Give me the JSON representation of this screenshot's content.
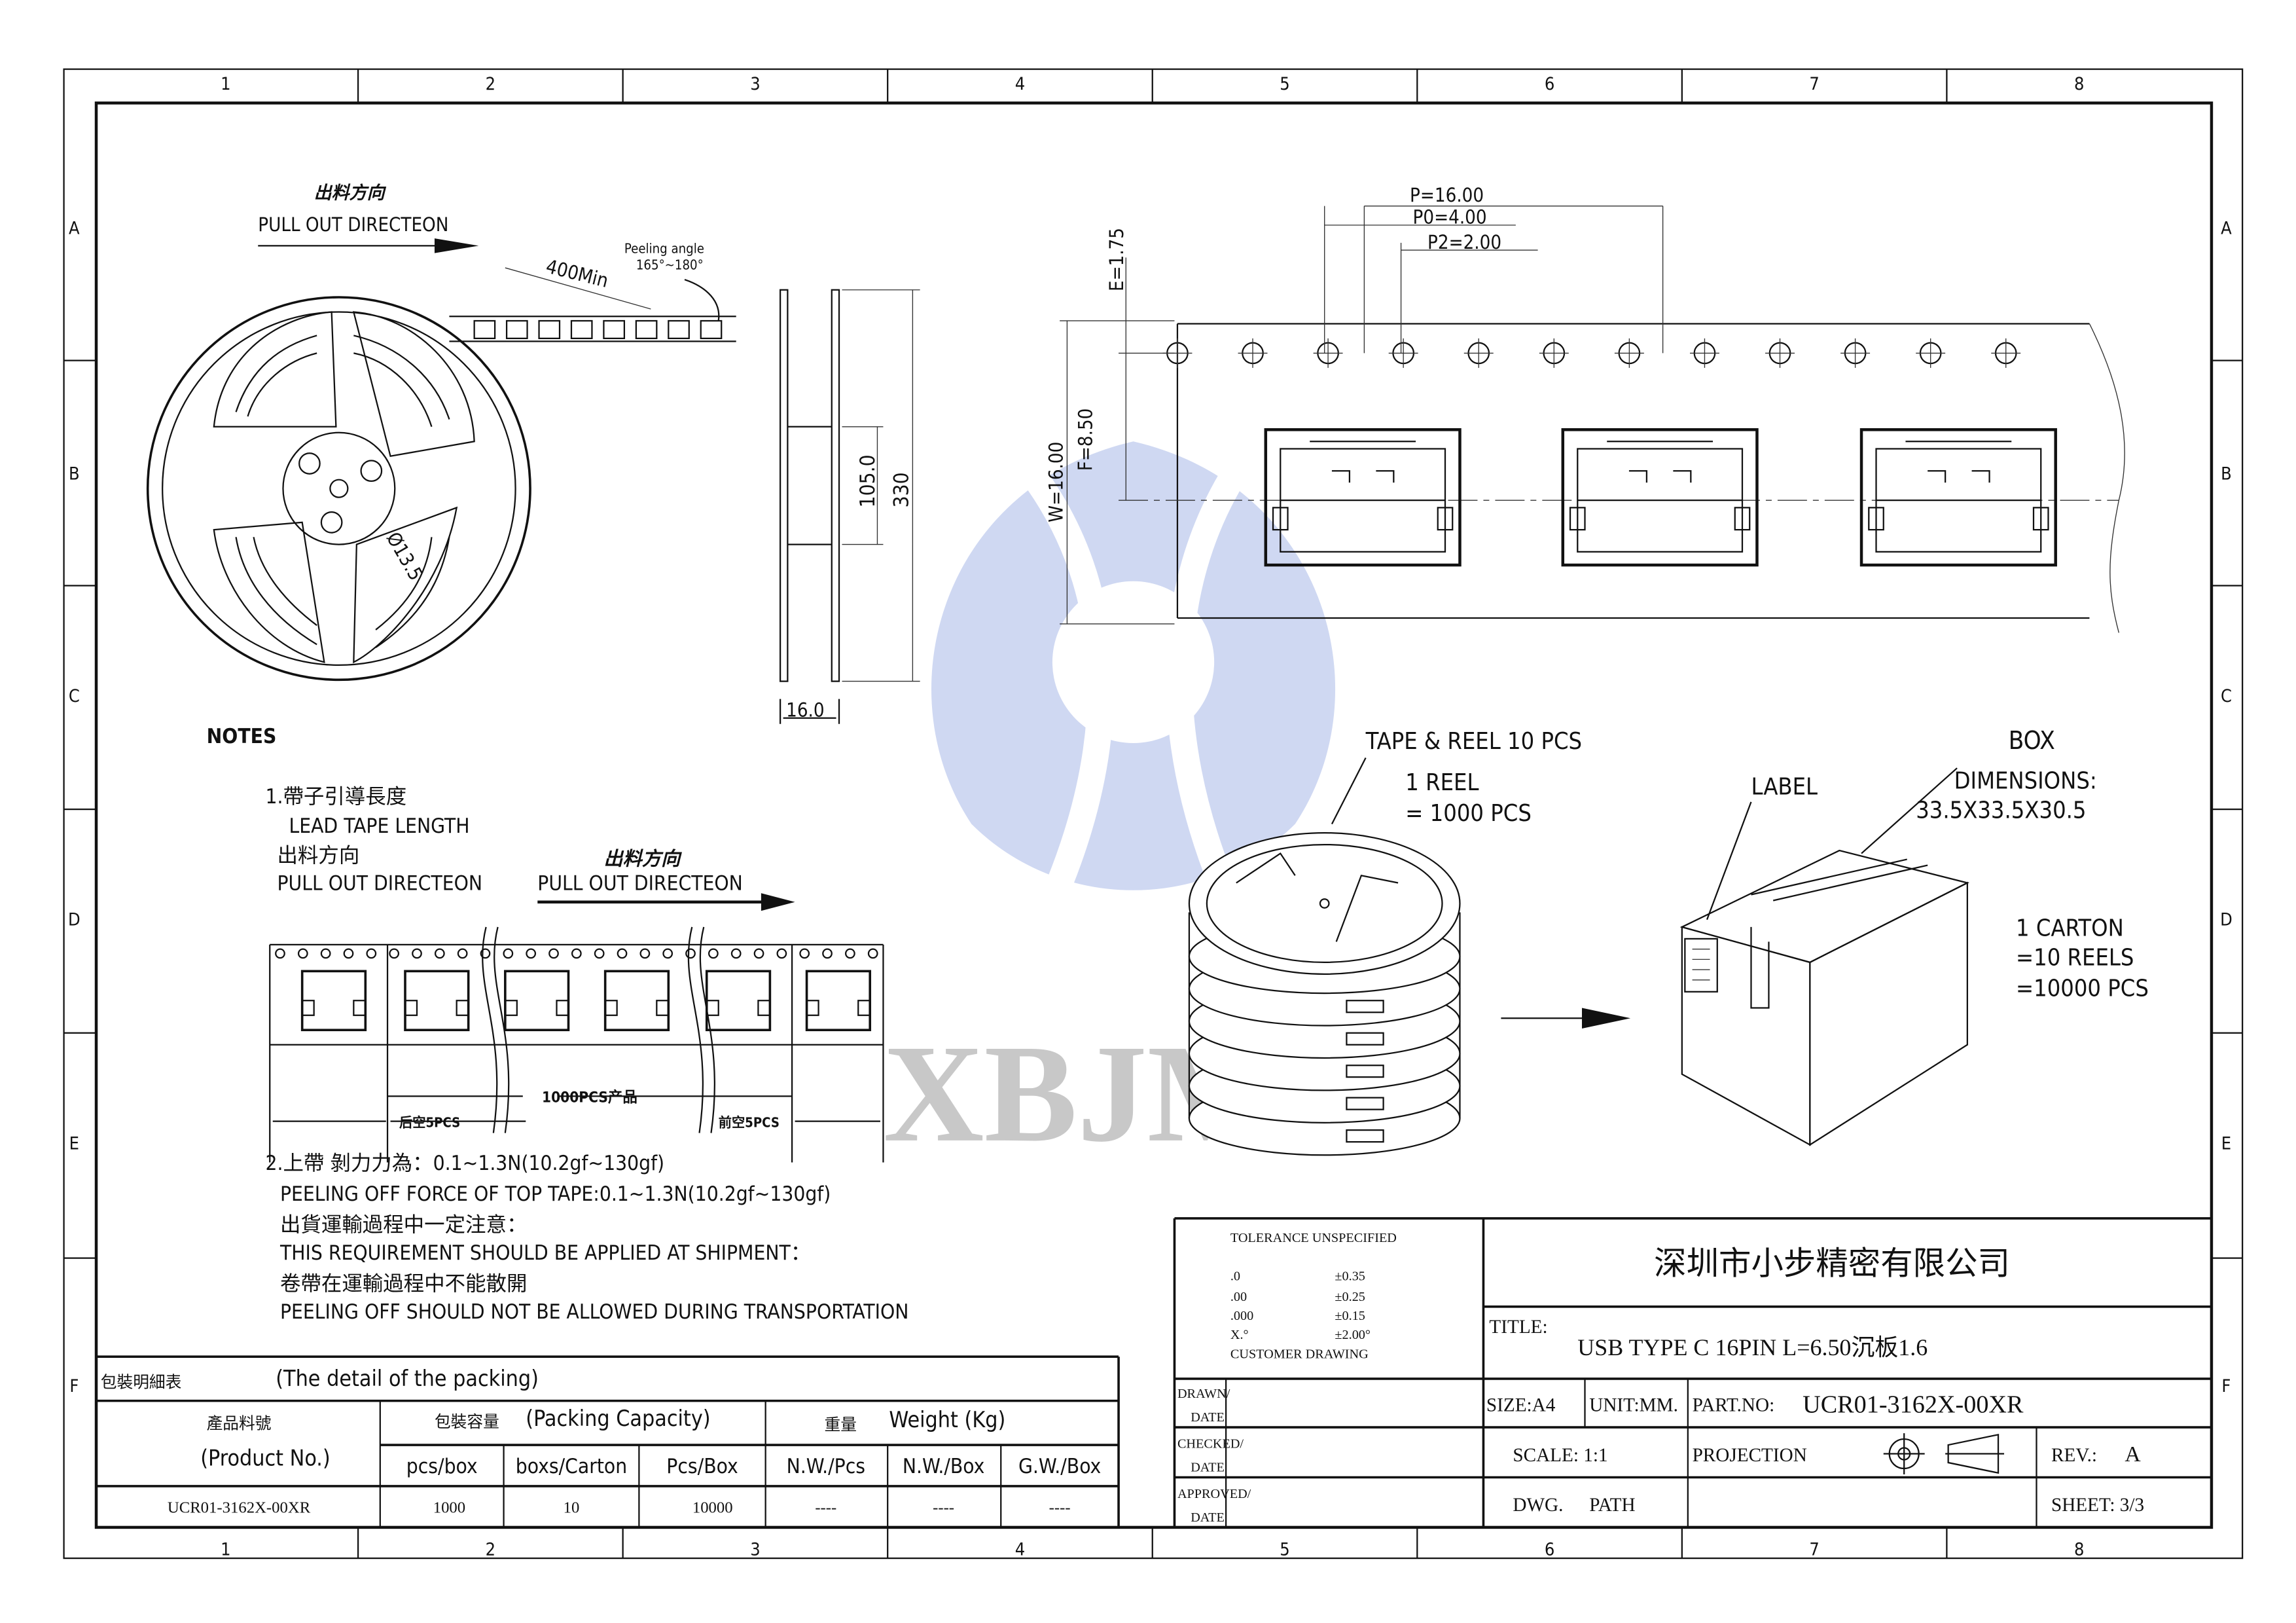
{
  "frame": {
    "columns": [
      "1",
      "2",
      "3",
      "4",
      "5",
      "6",
      "7",
      "8"
    ],
    "rows": [
      "A",
      "B",
      "C",
      "D",
      "E",
      "F"
    ]
  },
  "reel_view": {
    "pull_cn": "出料方向",
    "pull_en": "PULL OUT DIRECTEON",
    "lead_min": "400Min",
    "peel_label": "Peeling angle",
    "peel_range": "165°~180°",
    "hub_dia": "Ø13.5"
  },
  "side_view": {
    "dim_inner": "105.0",
    "dim_outer": "330",
    "dim_width": "16.0"
  },
  "tape_detail": {
    "p": "P=16.00",
    "p0": "P0=4.00",
    "p2": "P2=2.00",
    "e": "E=1.75",
    "f": "F=8.50",
    "w": "W=16.00"
  },
  "notes": {
    "title": "NOTES",
    "n1_cn": "1.帶子引導長度",
    "n1_en": "LEAD TAPE LENGTH",
    "n1_dir_cn": "出料方向",
    "n1_dir_en": "PULL OUT DIRECTEON",
    "strip_dir_cn": "出料方向",
    "strip_dir_en": "PULL OUT DIRECTEON",
    "qty": "1000PCS产品",
    "rear_empty": "后空5PCS",
    "front_empty": "前空5PCS",
    "n2_cn": "2.上帶 剝力力為：0.1~1.3N(10.2gf~130gf)",
    "n2_en": "PEELING OFF FORCE OF TOP TAPE:0.1~1.3N(10.2gf~130gf)",
    "n3_cn": "出貨運輸過程中一定注意：",
    "n3_en": "THIS REQUIREMENT SHOULD BE APPLIED AT SHIPMENT：",
    "n4_cn": "卷帶在運輸過程中不能散開",
    "n4_en": "PEELING OFF SHOULD NOT BE ALLOWED DURING TRANSPORTATION"
  },
  "packaging": {
    "reel_label": "TAPE & REEL 10 PCS",
    "reel_qty1": "1 REEL",
    "reel_qty2": "= 1000 PCS",
    "box": "BOX",
    "dims_label": "DIMENSIONS:",
    "dims": "33.5X33.5X30.5",
    "label": "LABEL",
    "carton1": "1 CARTON",
    "carton2": "=10 REELS",
    "carton3": "=10000 PCS"
  },
  "watermark": "XBJM",
  "packing_table": {
    "title_cn": "包裝明細表",
    "title_en": "(The detail of the packing)",
    "product_cn": "產品料號",
    "product_en": "(Product No.)",
    "capacity_cn": "包裝容量",
    "capacity_en": "(Packing Capacity)",
    "weight_cn": "重量",
    "weight_en": "Weight (Kg)",
    "columns": [
      "pcs/box",
      "boxs/Carton",
      "Pcs/Box",
      "N.W./Pcs",
      "N.W./Box",
      "G.W./Box"
    ],
    "row": {
      "product": "UCR01-3162X-00XR",
      "values": [
        "1000",
        "10",
        "10000",
        "----",
        "----",
        "----"
      ]
    }
  },
  "title_block": {
    "tolerance": "TOLERANCE UNSPECIFIED",
    "tol_rows": [
      [
        ".0",
        "±0.35"
      ],
      [
        ".00",
        "±0.25"
      ],
      [
        ".000",
        "±0.15"
      ],
      [
        "X.°",
        "±2.00°"
      ]
    ],
    "customer": "CUSTOMER DRAWING",
    "company": "深圳市小步精密有限公司",
    "title_label": "TITLE:",
    "title": "USB TYPE C 16PIN L=6.50沉板1.6",
    "drawn": "DRAWN/",
    "checked": "CHECKED/",
    "approved": "APPROVED/",
    "date": "DATE",
    "size": "SIZE:A4",
    "unit": "UNIT:MM.",
    "part_label": "PART.NO:",
    "part_no": "UCR01-3162X-00XR",
    "scale": "SCALE: 1:1",
    "projection": "PROJECTION",
    "rev_label": "REV.:",
    "rev": "A",
    "dwg": "DWG.",
    "path": "PATH",
    "sheet": "SHEET: 3/3"
  }
}
